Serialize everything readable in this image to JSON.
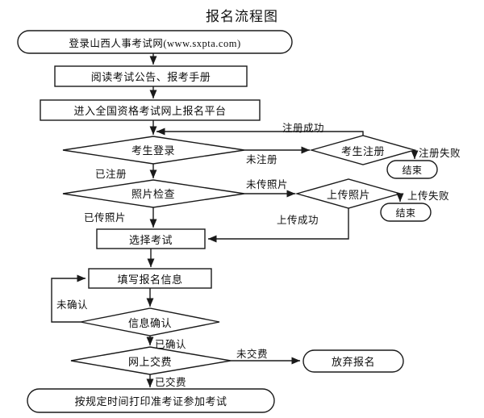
{
  "title": "报名流程图",
  "colors": {
    "stroke": "#1a1a1a",
    "text": "#0d0d0d",
    "background": "#ffffff"
  },
  "nodes": {
    "start": {
      "label": "登录山西人事考试网(www.sxpta.com)",
      "shape": "terminator"
    },
    "read_notice": {
      "label": "阅读考试公告、报考手册",
      "shape": "process"
    },
    "enter_platform": {
      "label": "进入全国资格考试网上报名平台",
      "shape": "process"
    },
    "candidate_login": {
      "label": "考生登录",
      "shape": "decision"
    },
    "candidate_register": {
      "label": "考生注册",
      "shape": "decision"
    },
    "end_register_fail": {
      "label": "结束",
      "shape": "terminator"
    },
    "photo_check": {
      "label": "照片检查",
      "shape": "decision"
    },
    "upload_photo": {
      "label": "上传照片",
      "shape": "decision"
    },
    "end_upload_fail": {
      "label": "结束",
      "shape": "terminator"
    },
    "select_exam": {
      "label": "选择考试",
      "shape": "process"
    },
    "fill_info": {
      "label": "填写报名信息",
      "shape": "process"
    },
    "confirm_info": {
      "label": "信息确认",
      "shape": "decision"
    },
    "online_payment": {
      "label": "网上交费",
      "shape": "decision"
    },
    "give_up": {
      "label": "放弃报名",
      "shape": "terminator"
    },
    "print_admission": {
      "label": "按规定时间打印准考证参加考试",
      "shape": "terminator"
    }
  },
  "edges": {
    "register_success": "注册成功",
    "not_registered": "未注册",
    "register_failed": "注册失败",
    "registered": "已注册",
    "photo_not_uploaded": "未传照片",
    "upload_failed": "上传失败",
    "upload_success": "上传成功",
    "photo_uploaded": "已传照片",
    "not_confirmed": "未确认",
    "confirmed": "已确认",
    "not_paid": "未交费",
    "paid": "已交费"
  },
  "chart_data": {
    "type": "diagram",
    "title": "报名流程图",
    "nodes": [
      {
        "id": "start",
        "text": "登录山西人事考试网(www.sxpta.com)",
        "shape": "terminator"
      },
      {
        "id": "read_notice",
        "text": "阅读考试公告、报考手册",
        "shape": "process"
      },
      {
        "id": "enter_platform",
        "text": "进入全国资格考试网上报名平台",
        "shape": "process"
      },
      {
        "id": "candidate_login",
        "text": "考生登录",
        "shape": "decision"
      },
      {
        "id": "candidate_register",
        "text": "考生注册",
        "shape": "decision"
      },
      {
        "id": "end_register_fail",
        "text": "结束",
        "shape": "terminator"
      },
      {
        "id": "photo_check",
        "text": "照片检查",
        "shape": "decision"
      },
      {
        "id": "upload_photo",
        "text": "上传照片",
        "shape": "decision"
      },
      {
        "id": "end_upload_fail",
        "text": "结束",
        "shape": "terminator"
      },
      {
        "id": "select_exam",
        "text": "选择考试",
        "shape": "process"
      },
      {
        "id": "fill_info",
        "text": "填写报名信息",
        "shape": "process"
      },
      {
        "id": "confirm_info",
        "text": "信息确认",
        "shape": "decision"
      },
      {
        "id": "online_payment",
        "text": "网上交费",
        "shape": "decision"
      },
      {
        "id": "give_up",
        "text": "放弃报名",
        "shape": "terminator"
      },
      {
        "id": "print_admission",
        "text": "按规定时间打印准考证参加考试",
        "shape": "terminator"
      }
    ],
    "links": [
      {
        "from": "start",
        "to": "read_notice",
        "label": ""
      },
      {
        "from": "read_notice",
        "to": "enter_platform",
        "label": ""
      },
      {
        "from": "enter_platform",
        "to": "candidate_login",
        "label": ""
      },
      {
        "from": "candidate_login",
        "to": "candidate_register",
        "label": "未注册"
      },
      {
        "from": "candidate_register",
        "to": "candidate_login",
        "label": "注册成功"
      },
      {
        "from": "candidate_register",
        "to": "end_register_fail",
        "label": "注册失败"
      },
      {
        "from": "candidate_login",
        "to": "photo_check",
        "label": "已注册"
      },
      {
        "from": "photo_check",
        "to": "upload_photo",
        "label": "未传照片"
      },
      {
        "from": "upload_photo",
        "to": "end_upload_fail",
        "label": "上传失败"
      },
      {
        "from": "upload_photo",
        "to": "select_exam",
        "label": "上传成功"
      },
      {
        "from": "photo_check",
        "to": "select_exam",
        "label": "已传照片"
      },
      {
        "from": "select_exam",
        "to": "fill_info",
        "label": ""
      },
      {
        "from": "fill_info",
        "to": "confirm_info",
        "label": ""
      },
      {
        "from": "confirm_info",
        "to": "fill_info",
        "label": "未确认"
      },
      {
        "from": "confirm_info",
        "to": "online_payment",
        "label": "已确认"
      },
      {
        "from": "online_payment",
        "to": "give_up",
        "label": "未交费"
      },
      {
        "from": "online_payment",
        "to": "print_admission",
        "label": "已交费"
      }
    ]
  }
}
